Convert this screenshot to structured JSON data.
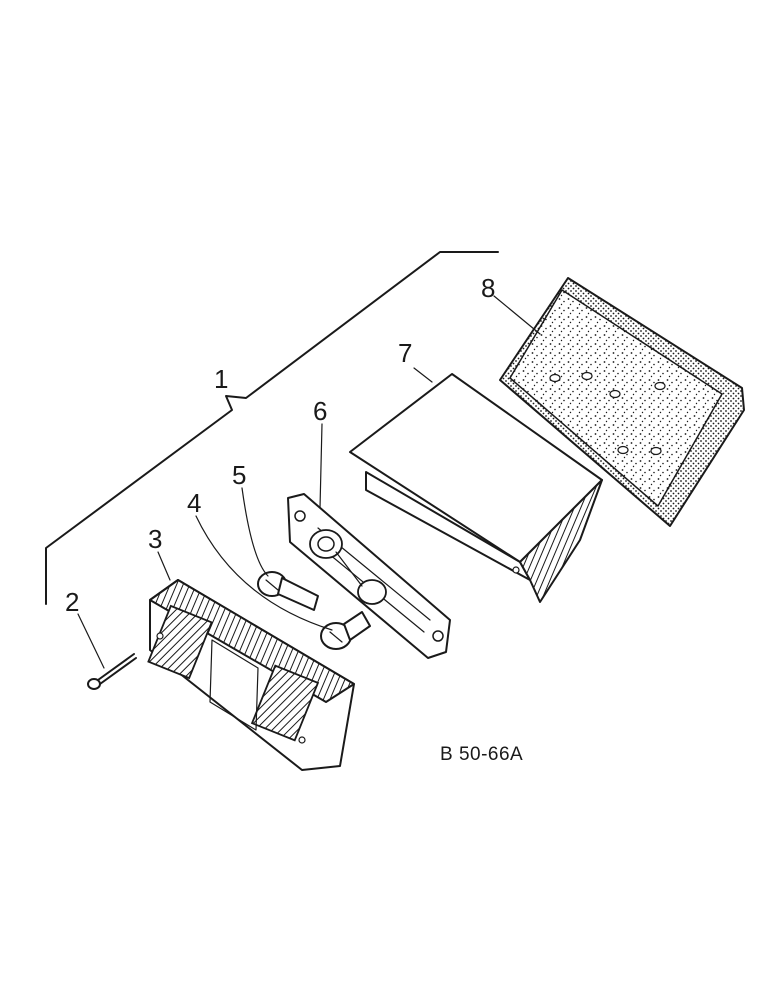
{
  "callouts": {
    "c1": "1",
    "c2": "2",
    "c3": "3",
    "c4": "4",
    "c5": "5",
    "c6": "6",
    "c7": "7",
    "c8": "8"
  },
  "figure_id": "B 50-66A",
  "colors": {
    "ink": "#1a1a1a",
    "paper": "#ffffff"
  }
}
